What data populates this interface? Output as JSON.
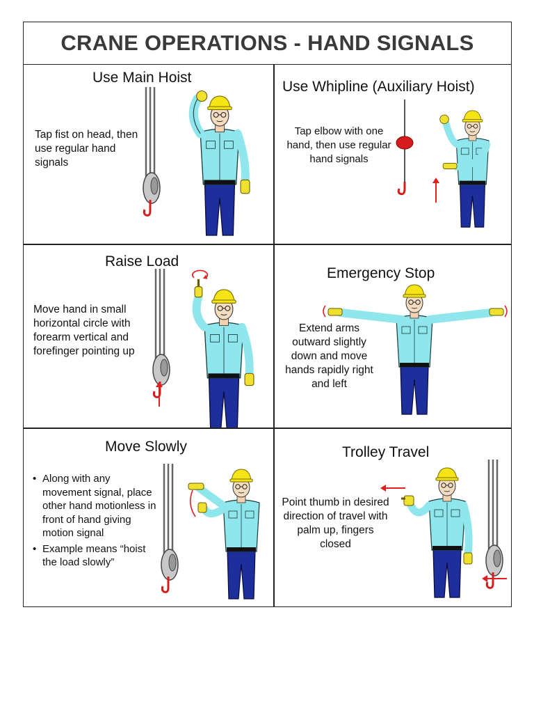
{
  "title": "CRANE OPERATIONS - HAND SIGNALS",
  "colors": {
    "shirt": "#8fe6ec",
    "pants": "#1c2f9a",
    "helmet": "#f5e416",
    "glove": "#f0e030",
    "hook": "#d41c1c",
    "arrow": "#e02020"
  },
  "signals": [
    {
      "title": "Use Main Hoist",
      "description": "Tap fist on head, then use regular hand signals"
    },
    {
      "title": "Use Whipline (Auxiliary Hoist)",
      "description": "Tap elbow with one hand, then use regular hand signals"
    },
    {
      "title": "Raise Load",
      "description": "Move hand in small horizontal circle with forearm vertical and forefinger pointing up"
    },
    {
      "title": "Emergency Stop",
      "description": "Extend arms outward slightly down and move hands rapidly right and left"
    },
    {
      "title": "Move Slowly",
      "bullets": [
        "Along with any movement signal, place other hand motionless in front of hand giving motion signal",
        "Example means “hoist the load slowly”"
      ]
    },
    {
      "title": "Trolley Travel",
      "description": "Point thumb in desired direction of travel with palm up, fingers closed"
    }
  ]
}
